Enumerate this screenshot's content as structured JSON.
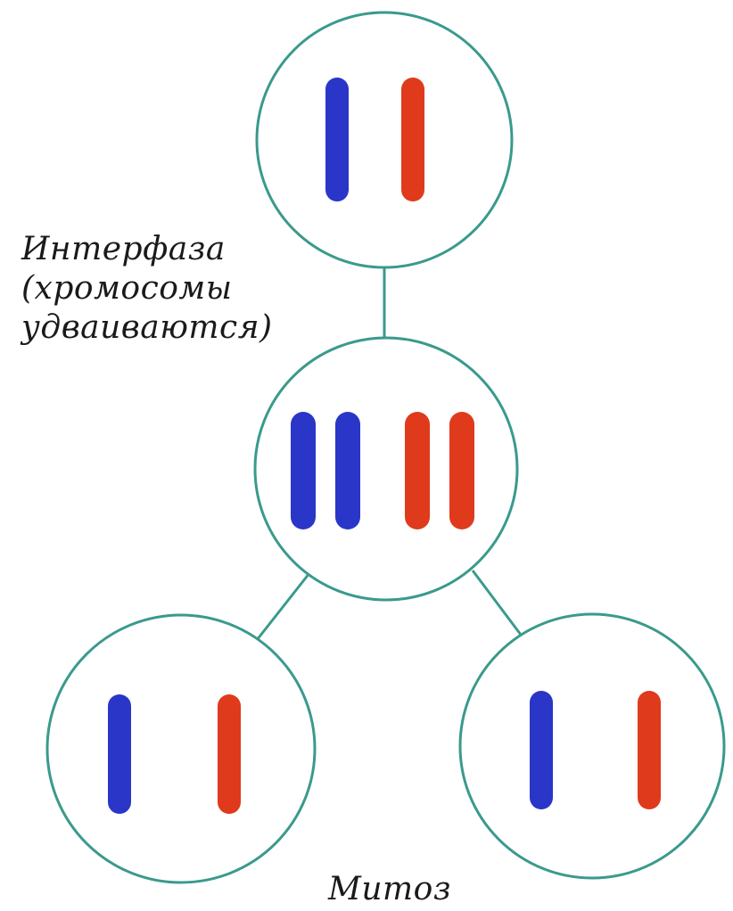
{
  "labels": {
    "interphase_line1": "Интерфаза",
    "interphase_line2": "(хромосомы",
    "interphase_line3": "удваиваются)",
    "mitosis": "Митоз"
  },
  "colors": {
    "cell_outline": "#3a9a8c",
    "connector": "#3a9a8c",
    "chromosome_maternal": "#2a36c8",
    "chromosome_paternal": "#e03a1c"
  },
  "cells": [
    {
      "name": "parent-cell",
      "chromosomes": [
        "blue",
        "red"
      ]
    },
    {
      "name": "interphase-cell",
      "chromosomes": [
        "blue",
        "blue",
        "red",
        "red"
      ]
    },
    {
      "name": "daughter-cell-left",
      "chromosomes": [
        "blue",
        "red"
      ]
    },
    {
      "name": "daughter-cell-right",
      "chromosomes": [
        "blue",
        "red"
      ]
    }
  ]
}
